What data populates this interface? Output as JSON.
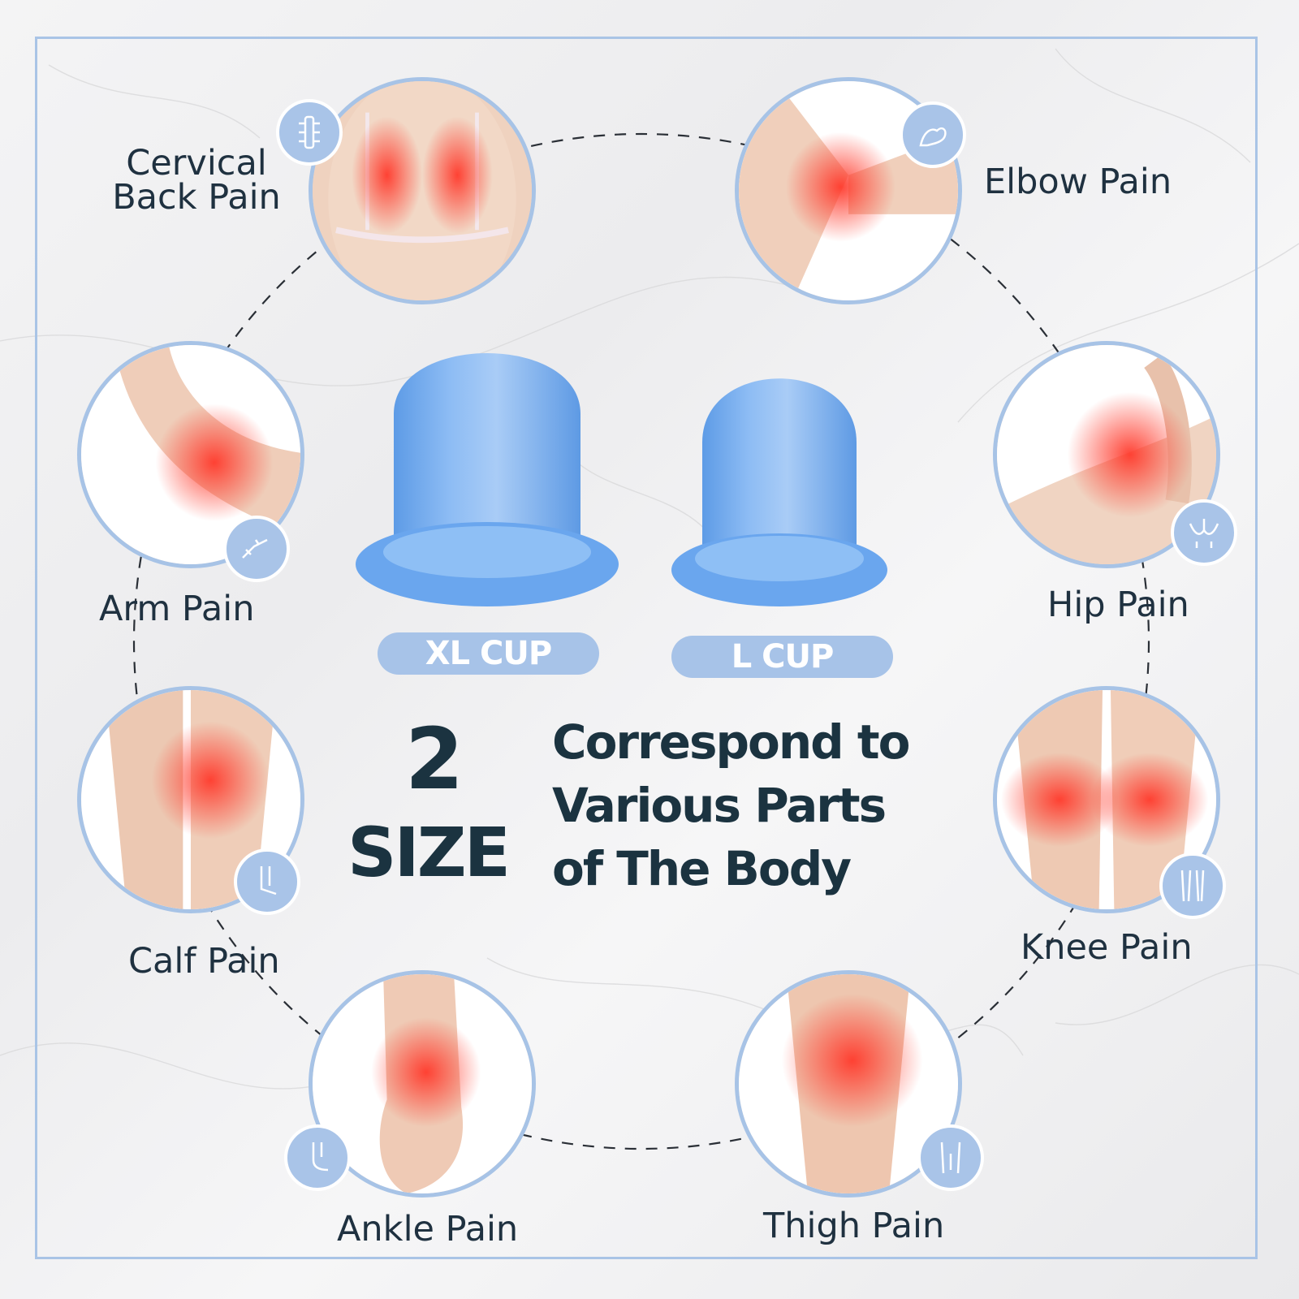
{
  "cups": [
    {
      "label": "XL CUP"
    },
    {
      "label": "L CUP"
    }
  ],
  "headline": {
    "number": "2",
    "size_word": "SIZE",
    "lines": [
      "Correspond to",
      "Various Parts",
      "of The Body"
    ]
  },
  "body_parts": [
    {
      "label_lines": [
        "Cervical",
        "Back Pain"
      ],
      "icon": "spine-icon"
    },
    {
      "label": "Elbow Pain",
      "icon": "muscle-arm-icon"
    },
    {
      "label": "Arm Pain",
      "icon": "arm-icon"
    },
    {
      "label": "Hip Pain",
      "icon": "pelvis-icon"
    },
    {
      "label": "Calf Pain",
      "icon": "leg-icon"
    },
    {
      "label": "Knee Pain",
      "icon": "knee-icon"
    },
    {
      "label": "Ankle Pain",
      "icon": "ankle-icon"
    },
    {
      "label": "Thigh Pain",
      "icon": "thigh-icon"
    }
  ],
  "colors": {
    "accent_blue": "#a9c4e8",
    "cup_blue": "#6fa8ec",
    "text_dark": "#1b3340",
    "pain_red": "#ff4a3a"
  }
}
